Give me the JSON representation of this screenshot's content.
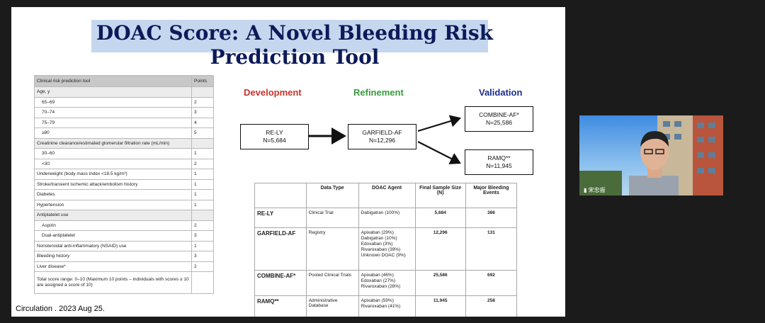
{
  "slide": {
    "title": "DOAC Score: A Novel Bleeding Risk Prediction Tool",
    "citation": "Circulation . 2023 Aug 25."
  },
  "risk_table": {
    "header_tool": "Clinical risk prediction tool",
    "header_points": "Points",
    "rows": [
      {
        "label": "Age, y",
        "points": "",
        "section": true
      },
      {
        "label": "65–69",
        "points": "2",
        "indent": true
      },
      {
        "label": "70–74",
        "points": "3",
        "indent": true
      },
      {
        "label": "75–79",
        "points": "4",
        "indent": true
      },
      {
        "label": "≥80",
        "points": "5",
        "indent": true
      },
      {
        "label": "Creatinine clearance/estimated glomerular filtration rate (mL/min)",
        "points": "",
        "section": true
      },
      {
        "label": "30–60",
        "points": "1",
        "indent": true
      },
      {
        "label": "<30",
        "points": "2",
        "indent": true
      },
      {
        "label": "Underweight (body mass index <18.5 kg/m²)",
        "points": "1"
      },
      {
        "label": "Stroke/transient ischemic attack/embolism history",
        "points": "1"
      },
      {
        "label": "Diabetes",
        "points": "1"
      },
      {
        "label": "Hypertension",
        "points": "1"
      },
      {
        "label": "Antiplatelet use",
        "points": "",
        "section": true
      },
      {
        "label": "Aspirin",
        "points": "2",
        "indent": true
      },
      {
        "label": "Dual-antiplatelet",
        "points": "3",
        "indent": true
      },
      {
        "label": "Nonsteroidal anti-inflammatory (NSAID) use",
        "points": "1"
      },
      {
        "label": "Bleeding history",
        "points": "3"
      },
      {
        "label": "Liver disease*",
        "points": "2"
      }
    ],
    "total": "Total score range: 0–10 (Maximum 10 points – individuals with scores ≥ 10 are assigned a score of 10)"
  },
  "flow": {
    "development_label": "Development",
    "refinement_label": "Refinement",
    "validation_label": "Validation",
    "boxes": {
      "rely": {
        "name": "RE-LY",
        "n": "N=5,684"
      },
      "garfield": {
        "name": "GARFIELD-AF",
        "n": "N=12,296"
      },
      "combine": {
        "name": "COMBINE-AF*",
        "n": "N=25,586"
      },
      "ramq": {
        "name": "RAMQ**",
        "n": "N=11,945"
      }
    },
    "colors": {
      "development": "#c8342c",
      "refinement": "#3a9b3f",
      "validation": "#1c2d8c"
    }
  },
  "comparison_table": {
    "headers": [
      "",
      "Data Type",
      "DOAC Agent",
      "Final Sample Size (N)",
      "Major Bleeding Events"
    ],
    "rows": [
      {
        "study": "RE-LY",
        "data_type": "Clinical Trial",
        "agents": [
          "Dabigatran (100%)"
        ],
        "n": "5,684",
        "events": "386"
      },
      {
        "study": "GARFIELD-AF",
        "data_type": "Registry",
        "agents": [
          "Apixaban (29%)",
          "Dabigatran (10%)",
          "Edoxaban (3%)",
          "Rivaroxaban (39%)",
          "Unknown DOAC (9%)"
        ],
        "n": "12,296",
        "events": "131"
      },
      {
        "study": "COMBINE-AF*",
        "data_type": "Pooled Clinical Trials",
        "agents": [
          "Apixaban (46%)",
          "Edoxaban (27%)",
          "Rivaroxaban (28%)"
        ],
        "n": "25,586",
        "events": "692"
      },
      {
        "study": "RAMQ**",
        "data_type": "Administrative Database",
        "agents": [
          "Apixaban (59%)",
          "Rivaroxaban (41%)"
        ],
        "n": "11,945",
        "events": "258"
      }
    ]
  },
  "webcam": {
    "participant_name": "宋忠振",
    "signal_icon": "signal-bars-icon"
  }
}
